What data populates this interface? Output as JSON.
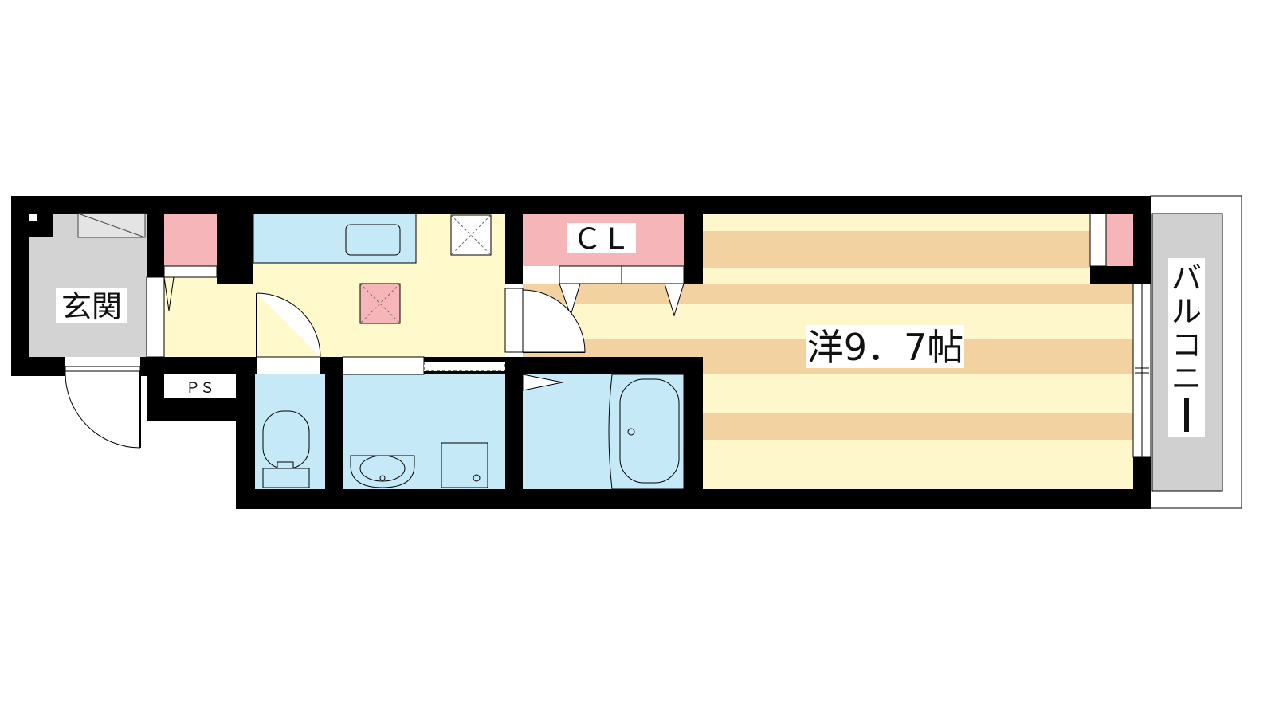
{
  "rooms": {
    "genkan": {
      "label": "玄関"
    },
    "ps": {
      "label": "ＰＳ"
    },
    "closet": {
      "label": "ＣＬ"
    },
    "western_room": {
      "label": "洋9．7帖"
    },
    "balcony": {
      "label": "バルコニー",
      "label_chars": [
        "バ",
        "ル",
        "コ",
        "ニ",
        "ー"
      ]
    }
  },
  "colors": {
    "wall": "#000000",
    "genkan_floor": "#d3d3d3",
    "storage_pink": "#f6b6b9",
    "kitchen_floor": "#fff9cb",
    "wet_area_blue": "#c6e9f8",
    "floor_stripe_tan": "#f1d2a0",
    "floor_stripe_cream": "#fff7cc",
    "balcony_gray": "#d0d0d0"
  }
}
